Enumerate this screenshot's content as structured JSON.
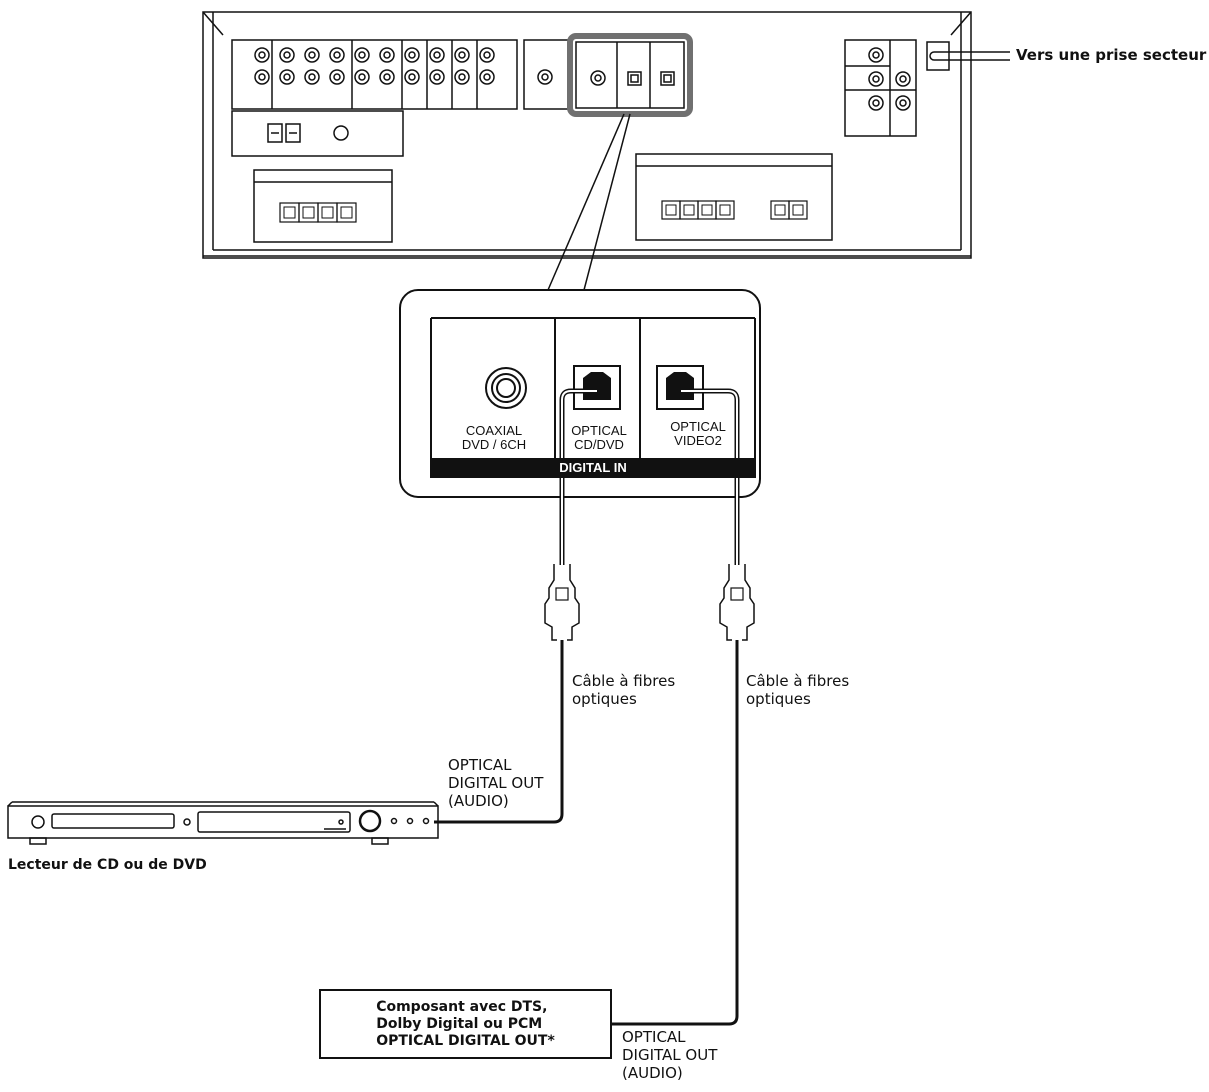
{
  "labels": {
    "ac_outlet": "Vers une prise secteur",
    "panel_coaxial_1": "COAXIAL",
    "panel_coaxial_2": "DVD / 6CH",
    "panel_optical_cd_1": "OPTICAL",
    "panel_optical_cd_2": "CD/DVD",
    "panel_optical_v2_1": "OPTICAL",
    "panel_optical_v2_2": "VIDEO2",
    "panel_digital_in": "DIGITAL IN",
    "cable_left_1": "Câble à fibres",
    "cable_left_2": "optiques",
    "cable_right_1": "Câble à fibres",
    "cable_right_2": "optiques",
    "player_out_1": "OPTICAL",
    "player_out_2": "DIGITAL OUT",
    "player_out_3": "(AUDIO)",
    "player_name": "Lecteur de CD ou de DVD",
    "component_line_1": "Composant avec DTS,",
    "component_line_2": "Dolby Digital ou PCM",
    "component_line_3": "OPTICAL DIGITAL OUT*",
    "component_out_1": "OPTICAL",
    "component_out_2": "DIGITAL OUT",
    "component_out_3": "(AUDIO)"
  },
  "colors": {
    "line": "#111111",
    "highlight": "#707070",
    "background": "#ffffff"
  }
}
